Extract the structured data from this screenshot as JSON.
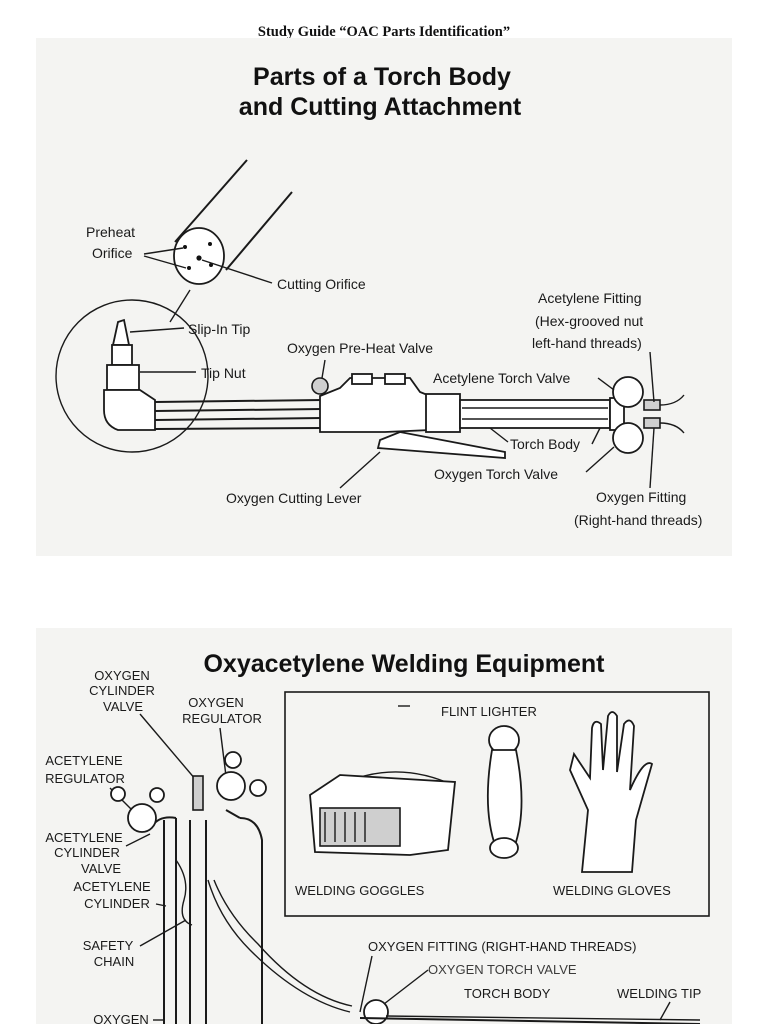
{
  "header": {
    "text": "Study Guide “OAC Parts Identification”"
  },
  "torch": {
    "title_line1": "Parts of a Torch Body",
    "title_line2": "and Cutting Attachment",
    "labels": {
      "preheat_line1": "Preheat",
      "preheat_line2": "Orifice",
      "cutting_orifice": "Cutting Orifice",
      "slip_in_tip": "Slip-In Tip",
      "tip_nut": "Tip Nut",
      "oxygen_preheat_valve": "Oxygen Pre-Heat Valve",
      "acetylene_fitting_line1": "Acetylene Fitting",
      "acetylene_fitting_line2": "(Hex-grooved nut",
      "acetylene_fitting_line3": "left-hand threads)",
      "acetylene_torch_valve": "Acetylene Torch Valve",
      "torch_body": "Torch Body",
      "oxygen_torch_valve": "Oxygen Torch Valve",
      "oxygen_cutting_lever": "Oxygen Cutting Lever",
      "oxygen_fitting_line1": "Oxygen Fitting",
      "oxygen_fitting_line2": "(Right-hand threads)"
    }
  },
  "equipment": {
    "title": "Oxyacetylene Welding Equipment",
    "labels": {
      "oxygen_cylinder_valve_line1": "OXYGEN",
      "oxygen_cylinder_valve_line2": "CYLINDER",
      "oxygen_cylinder_valve_line3": "VALVE",
      "oxygen_regulator_line1": "OXYGEN",
      "oxygen_regulator_line2": "REGULATOR",
      "acetylene_regulator_line1": "ACETYLENE",
      "acetylene_regulator_line2": "REGULATOR",
      "acetylene_cylinder_valve_line1": "ACETYLENE",
      "acetylene_cylinder_valve_line2": "CYLINDER",
      "acetylene_cylinder_valve_line3": "VALVE",
      "acetylene_cylinder_line1": "ACETYLENE",
      "acetylene_cylinder_line2": "CYLINDER",
      "safety_chain_line1": "SAFETY",
      "safety_chain_line2": "CHAIN",
      "oxygen_bottom": "OXYGEN",
      "flint_lighter": "FLINT LIGHTER",
      "welding_goggles": "WELDING GOGGLES",
      "welding_gloves": "WELDING GLOVES",
      "oxygen_fitting": "OXYGEN FITTING (RIGHT-HAND THREADS)",
      "oxygen_torch_valve": "OXYGEN TORCH VALVE",
      "torch_body": "TORCH BODY",
      "welding_tip": "WELDING TIP"
    }
  }
}
